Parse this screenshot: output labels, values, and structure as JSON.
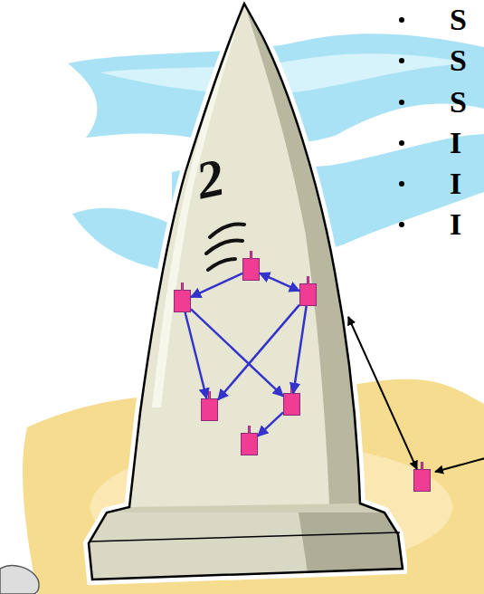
{
  "diagram": {
    "nodes": [
      {
        "text": [
          "2"
        ]
      },
      {
        "text": [],
        "in": 0
      },
      {
        "text": [],
        "in": 0
      },
      {
        "text": [],
        "in": 0
      },
      {
        "text": [],
        "in": 0
      },
      {
        "text": [],
        "in": 0
      },
      {
        "text": [],
        "in": 0
      },
      {
        "text": []
      }
    ],
    "edges": [
      {
        "from": 1,
        "to": 2,
        "arrow": "to"
      },
      {
        "from": 1,
        "to": 3,
        "arrow": "both"
      },
      {
        "from": 2,
        "to": 4,
        "arrow": "to"
      },
      {
        "from": 2,
        "to": 5,
        "arrow": "to"
      },
      {
        "from": 3,
        "to": 4,
        "arrow": "to"
      },
      {
        "from": 3,
        "to": 5,
        "arrow": "to"
      },
      {
        "from": 5,
        "to": 6,
        "arrow": "to"
      },
      {
        "from": 7,
        "to": 0,
        "arrow": "both"
      }
    ],
    "labels": [
      "S",
      "S",
      "S",
      "I",
      "I",
      "I"
    ]
  }
}
